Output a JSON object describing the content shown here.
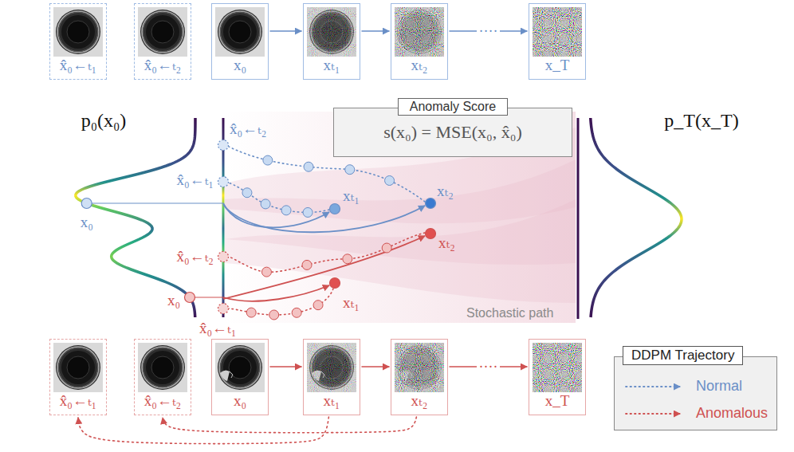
{
  "diagram": {
    "nodes": [
      {
        "text": [
          "x̂₀←ₜ₁"
        ]
      },
      {
        "text": [
          "x̂₀←ₜ₂"
        ]
      },
      {
        "text": [
          "x₀"
        ]
      },
      {
        "text": [
          "xₜ₁"
        ]
      },
      {
        "text": [
          "xₜ₂"
        ]
      },
      {
        "text": [
          "x_T"
        ]
      },
      {
        "text": [
          "Anomaly Score",
          "s(x₀) = MSE(x₀, x̂₀)"
        ]
      },
      {
        "text": [
          "x̂₀←ₜ₁"
        ]
      },
      {
        "text": [
          "x̂₀←ₜ₂"
        ]
      },
      {
        "text": [
          "x₀"
        ]
      },
      {
        "text": [
          "xₜ₁"
        ]
      },
      {
        "text": [
          "xₜ₂"
        ]
      },
      {
        "text": [
          "x_T"
        ]
      }
    ],
    "edges": [
      {
        "from": 2,
        "to": 3,
        "arrow": "to"
      },
      {
        "from": 3,
        "to": 4,
        "arrow": "to"
      },
      {
        "from": 4,
        "to": 5,
        "label": "····",
        "arrow": "to"
      },
      {
        "from": 9,
        "to": 10,
        "arrow": "to"
      },
      {
        "from": 10,
        "to": 11,
        "arrow": "to"
      },
      {
        "from": 11,
        "to": 12,
        "label": "····",
        "arrow": "to"
      },
      {
        "from": 10,
        "to": 7,
        "arrow": "to"
      },
      {
        "from": 11,
        "to": 8,
        "arrow": "to"
      }
    ],
    "labels": [
      "p₀(x₀)",
      "p_T(x_T)",
      "x̂₀←ₜ₂",
      "x̂₀←ₜ₁",
      "x₀",
      "xₜ₁",
      "xₜ₂",
      "x̂₀←ₜ₂",
      "x₀",
      "x̂₀←ₜ₁",
      "xₜ₁",
      "xₜ₂",
      "Stochastic path",
      "DDPM Trajectory"
    ],
    "legend": [
      {
        "text": "Normal"
      },
      {
        "text": "Anomalous"
      }
    ]
  }
}
